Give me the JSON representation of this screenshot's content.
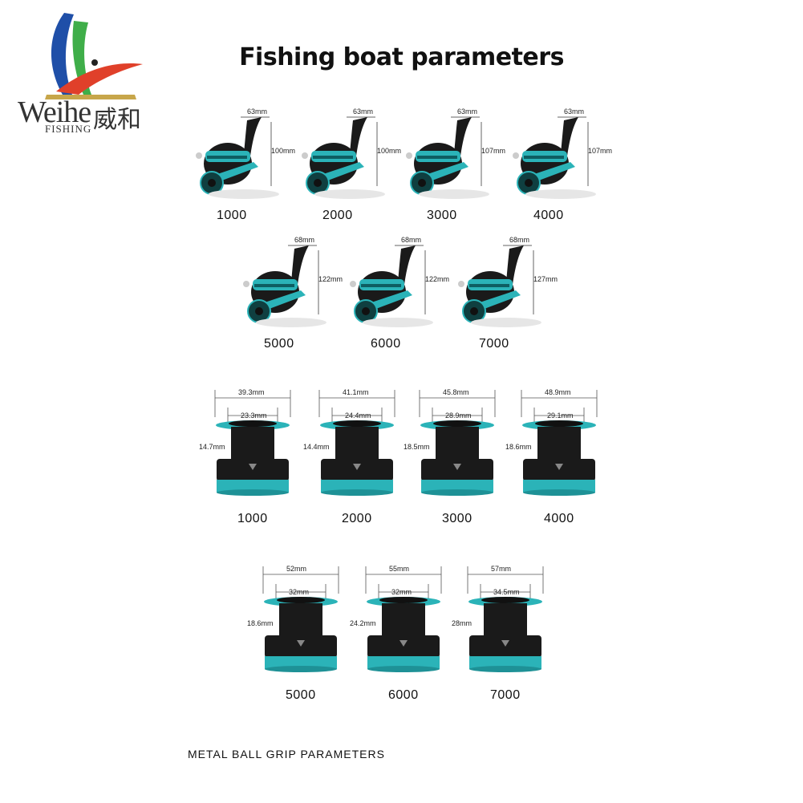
{
  "brand": {
    "name": "Weihe",
    "sub": "FISHING",
    "chinese": "威和"
  },
  "title": "Fishing boat parameters",
  "reels": [
    {
      "model": "1000",
      "width": "63mm",
      "height": "100mm"
    },
    {
      "model": "2000",
      "width": "63mm",
      "height": "100mm"
    },
    {
      "model": "3000",
      "width": "63mm",
      "height": "107mm"
    },
    {
      "model": "4000",
      "width": "63mm",
      "height": "107mm"
    },
    {
      "model": "5000",
      "width": "68mm",
      "height": "122mm"
    },
    {
      "model": "6000",
      "width": "68mm",
      "height": "122mm"
    },
    {
      "model": "7000",
      "width": "68mm",
      "height": "127mm"
    }
  ],
  "spools": [
    {
      "model": "1000",
      "outer": "39.3mm",
      "inner": "23.3mm",
      "depth": "14.7mm"
    },
    {
      "model": "2000",
      "outer": "41.1mm",
      "inner": "24.4mm",
      "depth": "14.4mm"
    },
    {
      "model": "3000",
      "outer": "45.8mm",
      "inner": "28.9mm",
      "depth": "18.5mm"
    },
    {
      "model": "4000",
      "outer": "48.9mm",
      "inner": "29.1mm",
      "depth": "18.6mm"
    },
    {
      "model": "5000",
      "outer": "52mm",
      "inner": "32mm",
      "depth": "18.6mm"
    },
    {
      "model": "6000",
      "outer": "55mm",
      "inner": "32mm",
      "depth": "24.2mm"
    },
    {
      "model": "7000",
      "outer": "57mm",
      "inner": "34.5mm",
      "depth": "28mm"
    }
  ],
  "footer": "METAL BALL GRIP PARAMETERS",
  "colors": {
    "accent": "#2bb3b8",
    "body": "#1a1a1a"
  }
}
